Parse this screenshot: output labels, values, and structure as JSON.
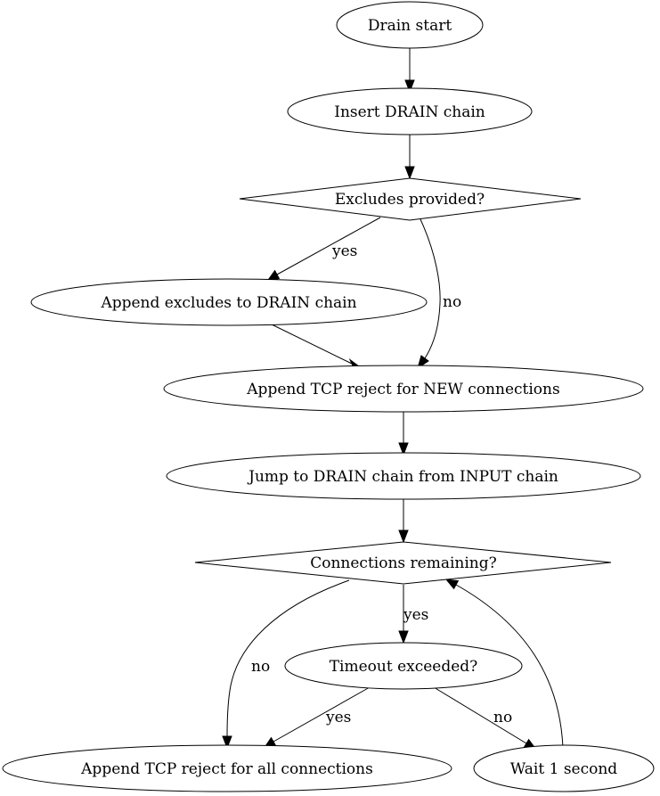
{
  "nodes": {
    "drain_start": "Drain start",
    "insert_drain": "Insert DRAIN chain",
    "excludes_provided": "Excludes provided?",
    "append_excludes": "Append excludes to DRAIN chain",
    "append_tcp_new": "Append TCP reject for NEW connections",
    "jump_drain": "Jump to DRAIN chain from INPUT chain",
    "connections_remaining": "Connections remaining?",
    "timeout_exceeded": "Timeout exceeded?",
    "append_tcp_all": "Append TCP reject for all connections",
    "wait_1s": "Wait 1 second"
  },
  "edges": {
    "excludes_yes": "yes",
    "excludes_no": "no",
    "remaining_yes": "yes",
    "remaining_no": "no",
    "timeout_yes": "yes",
    "timeout_no": "no"
  }
}
